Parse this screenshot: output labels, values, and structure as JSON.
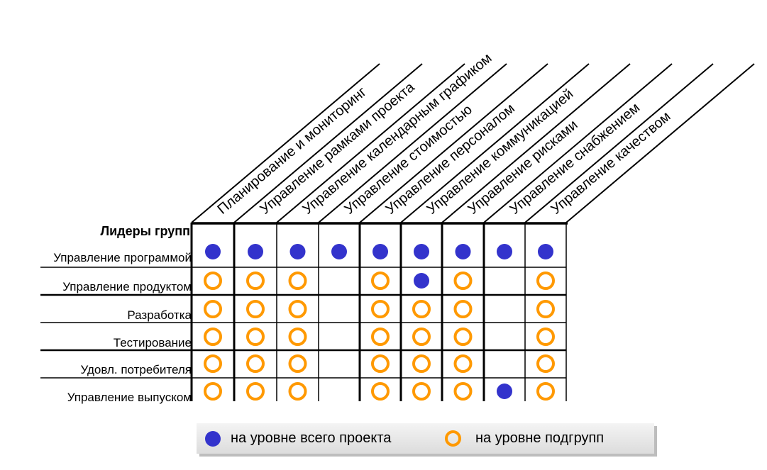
{
  "columns": [
    "Планирование и мониторинг",
    "Управление рамками проекта",
    "Управление календарным графиком",
    "Управление стоимостью",
    "Управление персоналом",
    "Управление коммуникацией",
    "Управление рисками",
    "Управление снабжением",
    "Управление качеством"
  ],
  "row_header": "Лидеры групп",
  "rows": [
    {
      "label": "Управление программой",
      "cells": [
        "F",
        "F",
        "F",
        "F",
        "F",
        "F",
        "F",
        "F",
        "F"
      ]
    },
    {
      "label": "Управление продуктом",
      "cells": [
        "O",
        "O",
        "O",
        "",
        "O",
        "F",
        "O",
        "",
        "O"
      ]
    },
    {
      "label": "Разработка",
      "cells": [
        "O",
        "O",
        "O",
        "",
        "O",
        "O",
        "O",
        "",
        "O"
      ]
    },
    {
      "label": "Тестирование",
      "cells": [
        "O",
        "O",
        "O",
        "",
        "O",
        "O",
        "O",
        "",
        "O"
      ]
    },
    {
      "label": "Удовл. потребителя",
      "cells": [
        "O",
        "O",
        "O",
        "",
        "O",
        "O",
        "O",
        "",
        "O"
      ]
    },
    {
      "label": "Управление выпуском",
      "cells": [
        "O",
        "O",
        "O",
        "",
        "O",
        "O",
        "O",
        "F",
        "O"
      ]
    }
  ],
  "legend": {
    "filled": "на уровне всего проекта",
    "ring": "на уровне подгрупп"
  },
  "colors": {
    "filled": "#3333cc",
    "ring": "#ff9900"
  }
}
